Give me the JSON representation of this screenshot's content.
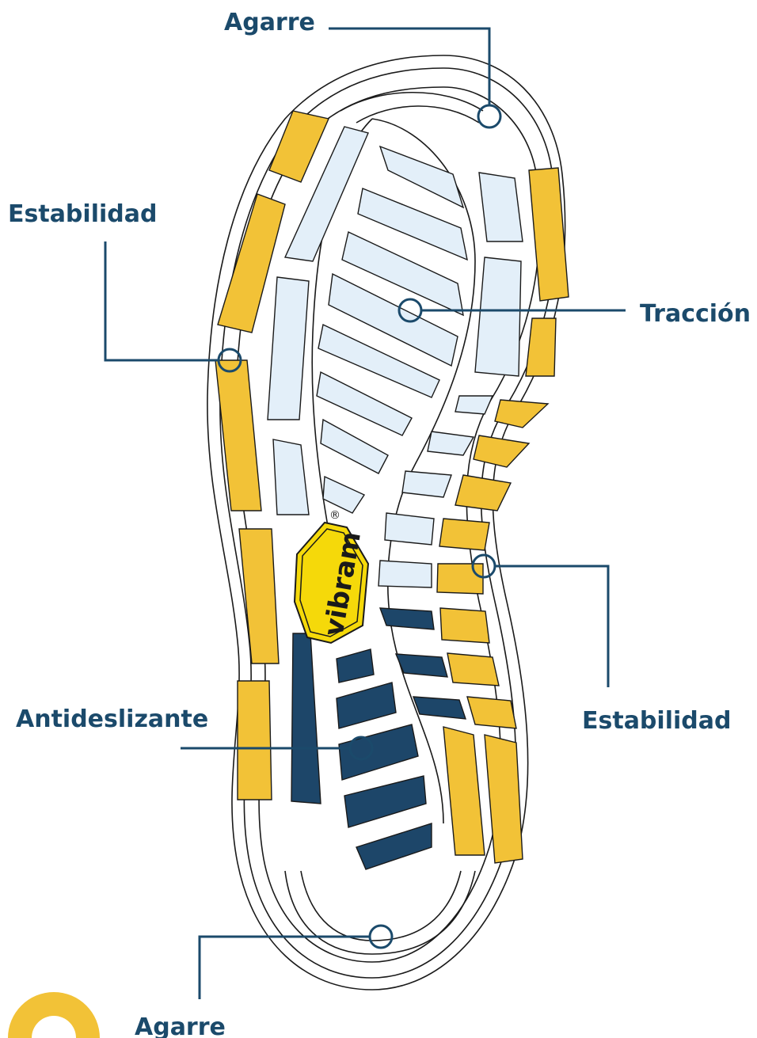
{
  "labels": {
    "top_grip": "Agarre",
    "left_stability": "Estabilidad",
    "traction": "Tracción",
    "right_stability": "Estabilidad",
    "anti_slip": "Antideslizante",
    "bottom_grip": "Agarre"
  },
  "logo": {
    "brand": "vibram",
    "registered_mark": "®"
  },
  "colors": {
    "stability_lug": "#f2c237",
    "traction_lug": "#e3eff9",
    "antislip_lug": "#1d4669",
    "leader_line": "#1b4a6b",
    "logo_fill": "#f5d90a",
    "corner_badge": "#f2c237"
  }
}
